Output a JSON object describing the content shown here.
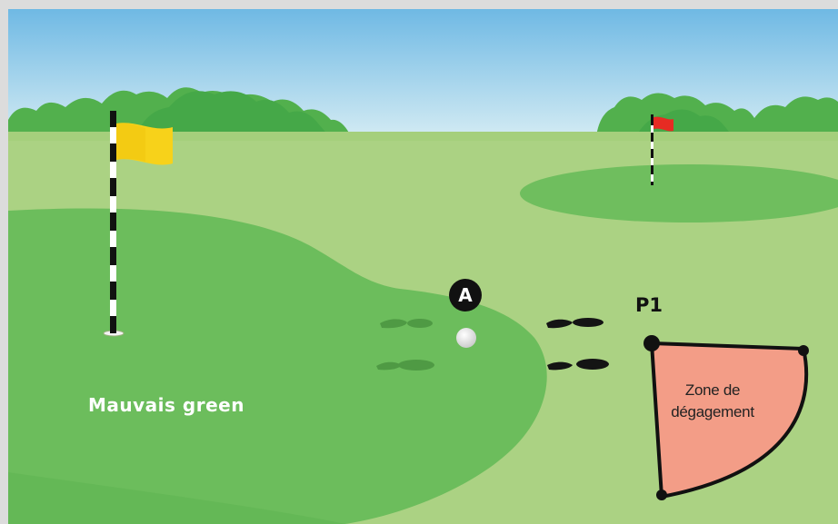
{
  "labels": {
    "wrong_green": "Mauvais green",
    "ball_marker": "A",
    "reference_point": "P1",
    "relief_zone_line1": "Zone de",
    "relief_zone_line2": "dégagement"
  },
  "colors": {
    "sky_top": "#6fb9e4",
    "sky_bottom": "#d7edf4",
    "fairway": "#a9d07f",
    "green": "#6cbd5c",
    "trees": "#4fae4c",
    "yellow_flag": "#f7d21a",
    "red_flag": "#e62b23",
    "relief_zone": "#f39d87"
  },
  "icons": [
    "yellow-flag-icon",
    "red-flag-icon",
    "golf-ball-icon",
    "footprint-icon"
  ]
}
